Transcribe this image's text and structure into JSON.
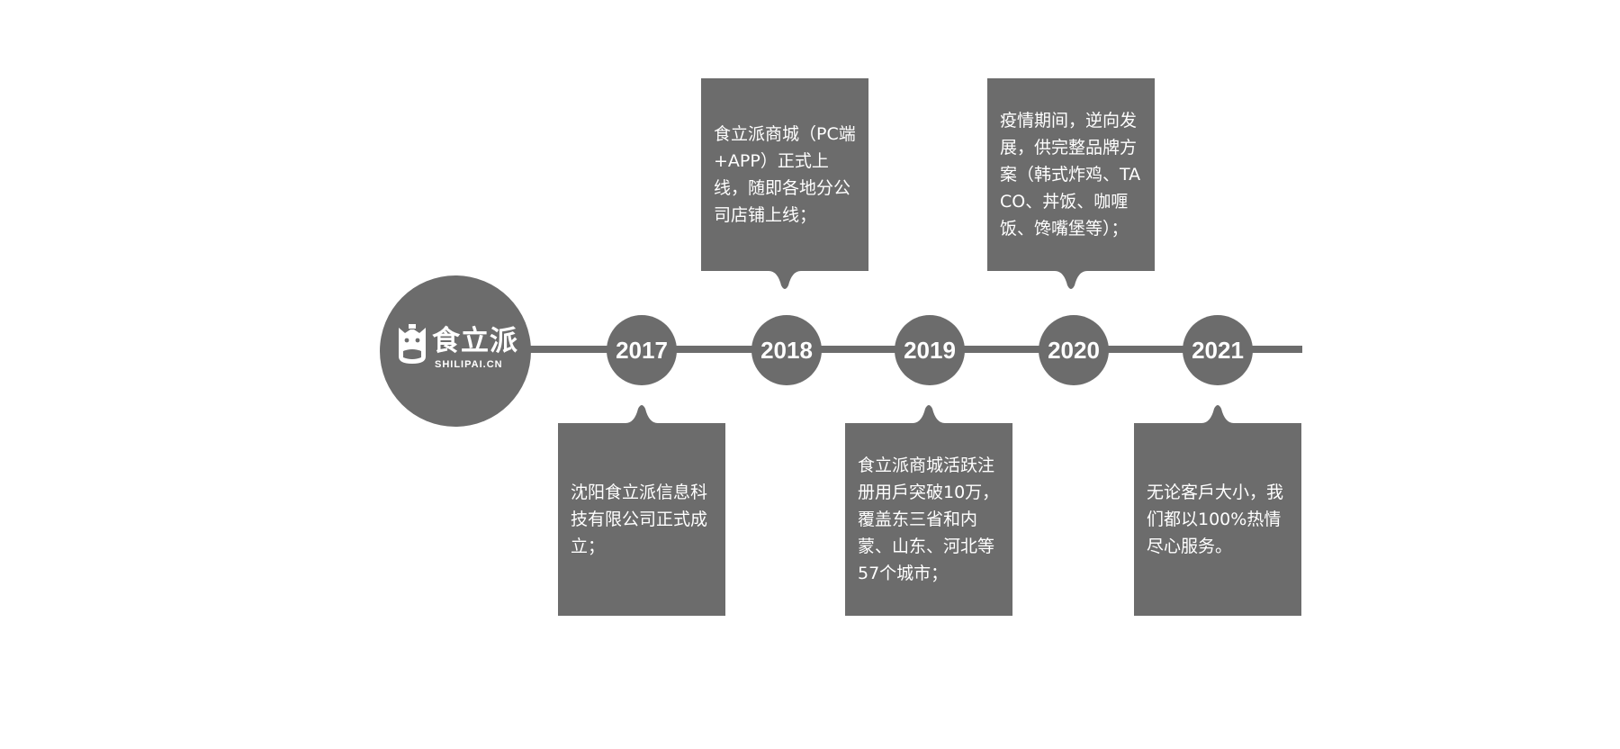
{
  "logo": {
    "brand_cn": "食立派",
    "brand_en": "SHILIPAI.CN",
    "icon": "cow-cup-icon"
  },
  "colors": {
    "shape_fill": "#6c6c6c",
    "text": "#ffffff",
    "background": "#ffffff"
  },
  "timeline": [
    {
      "year": "2017",
      "position": "bottom",
      "text": "沈阳食立派信息科技有限公司正式成立；"
    },
    {
      "year": "2018",
      "position": "top",
      "text": "食立派商城（PC端+APP）正式上线，随即各地分公司店铺上线；"
    },
    {
      "year": "2019",
      "position": "bottom",
      "text": "食立派商城活跃注册用戶突破10万，覆盖东三省和内蒙、山东、河北等57个城市；"
    },
    {
      "year": "2020",
      "position": "top",
      "text": "疫情期间，逆向发展，供完整品牌方案（韩式炸鸡、TACO、丼饭、咖喱饭、馋嘴堡等）；"
    },
    {
      "year": "2021",
      "position": "bottom",
      "text": "无论客戶大小，我们都以100%热情尽心服务。"
    }
  ]
}
